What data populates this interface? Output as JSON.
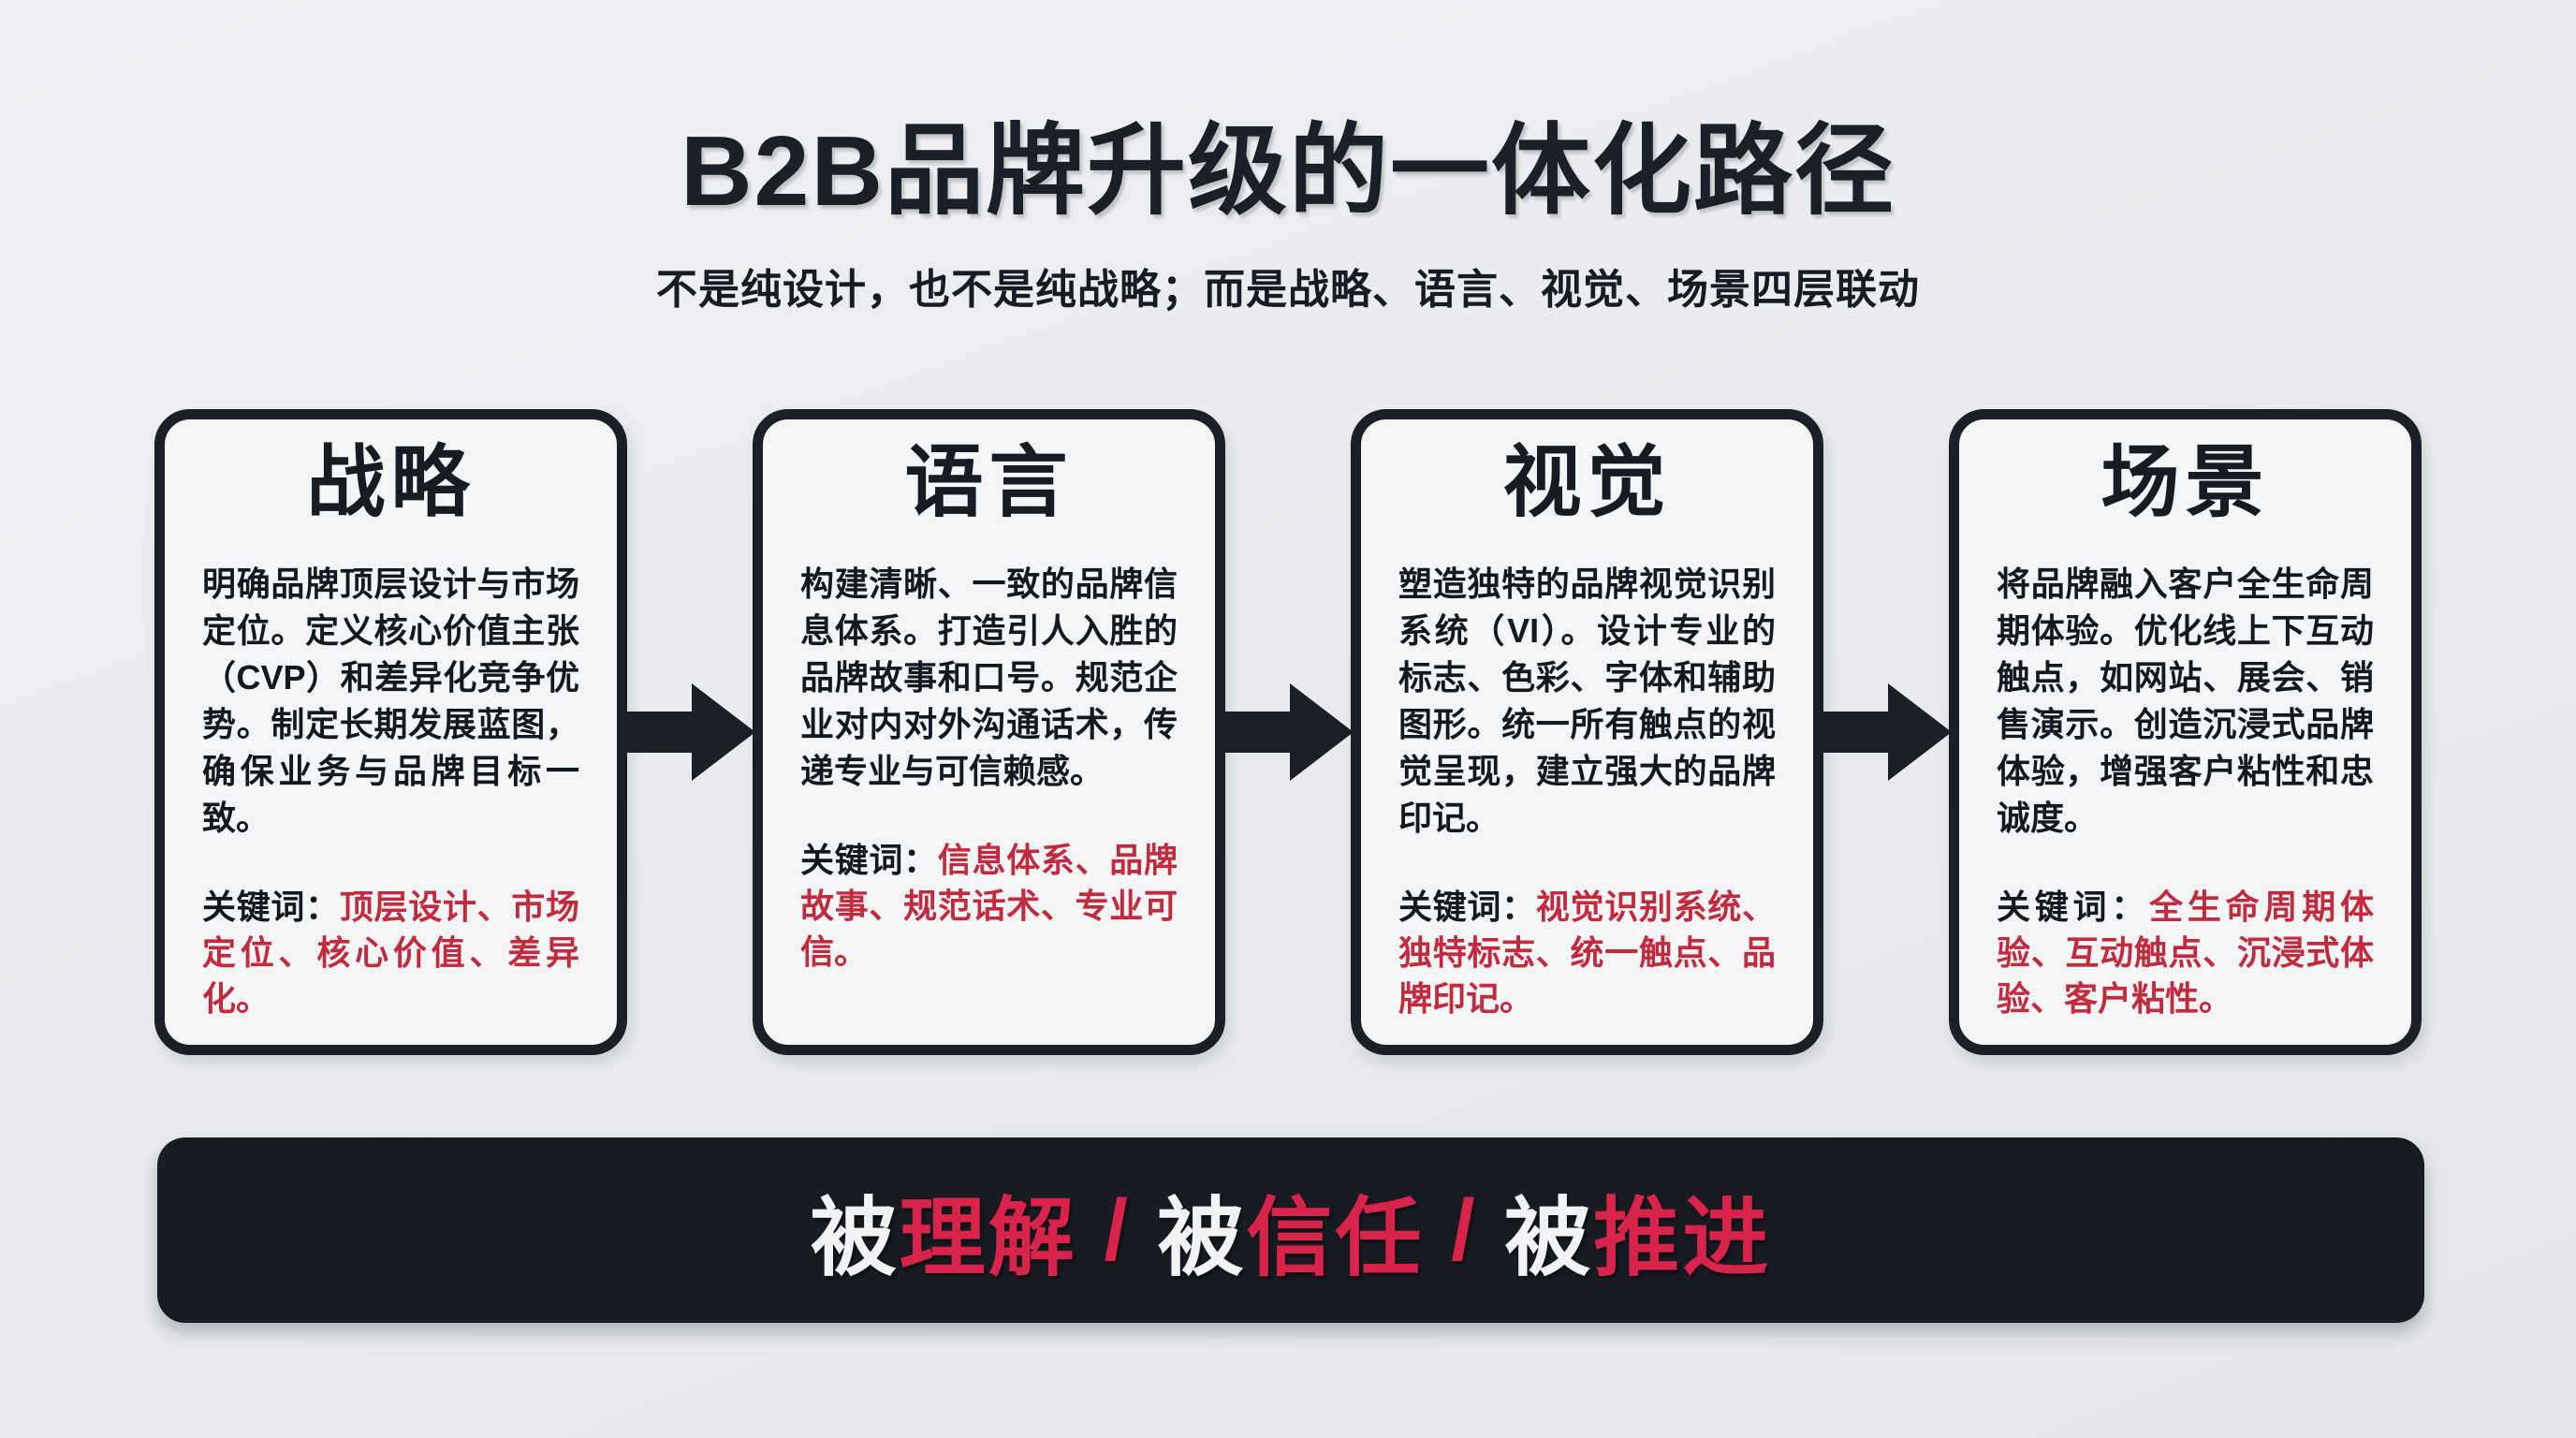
{
  "header": {
    "title": "B2B品牌升级的一体化路径",
    "subtitle": "不是纯设计，也不是纯战略；而是战略、语言、视觉、场景四层联动"
  },
  "colors": {
    "page_background": "#e9ebee",
    "card_background": "#f4f5f7",
    "ink": "#1b1f28",
    "keyword_red": "#c22a3e",
    "banner_background": "#181b22",
    "banner_red": "#d8234a",
    "banner_white": "#f2f3f5"
  },
  "cards": [
    {
      "title": "战略",
      "body": "明确品牌顶层设计与市场定位。定义核心价值主张（CVP）和差异化竞争优势。制定长期发展蓝图，确保业务与品牌目标一致。",
      "keywords_label": "关键词：",
      "keywords": "顶层设计、市场定位、核心价值、差异化。"
    },
    {
      "title": "语言",
      "body": "构建清晰、一致的品牌信息体系。打造引人入胜的品牌故事和口号。规范企业对内对外沟通话术，传递专业与可信赖感。",
      "keywords_label": "关键词：",
      "keywords": "信息体系、品牌故事、规范话术、专业可信。"
    },
    {
      "title": "视觉",
      "body": "塑造独特的品牌视觉识别系统（VI）。设计专业的标志、色彩、字体和辅助图形。统一所有触点的视觉呈现，建立强大的品牌印记。",
      "keywords_label": "关键词：",
      "keywords": "视觉识别系统、独特标志、统一触点、品牌印记。"
    },
    {
      "title": "场景",
      "body": "将品牌融入客户全生命周期体验。优化线上下互动触点，如网站、展会、销售演示。创造沉浸式品牌体验，增强客户粘性和忠诚度。",
      "keywords_label": "关键词：",
      "keywords": "全生命周期体验、互动触点、沉浸式体验、客户粘性。"
    }
  ],
  "banner": {
    "segments": [
      {
        "text": "被",
        "color": "white"
      },
      {
        "text": "理解",
        "color": "red"
      },
      {
        "text": " / ",
        "color": "red"
      },
      {
        "text": "被",
        "color": "white"
      },
      {
        "text": "信任",
        "color": "red"
      },
      {
        "text": " / ",
        "color": "red"
      },
      {
        "text": "被",
        "color": "white"
      },
      {
        "text": "推进",
        "color": "red"
      }
    ]
  }
}
